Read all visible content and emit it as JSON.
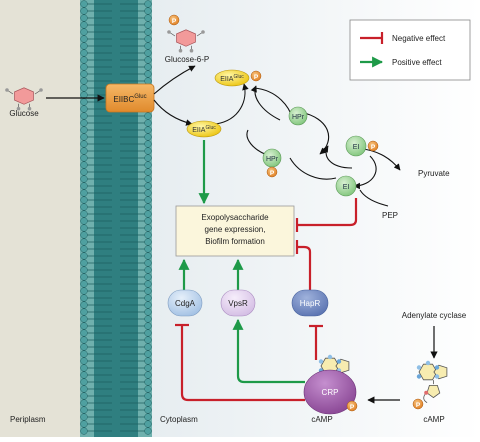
{
  "molecules": {
    "glucose": "Glucose",
    "glucose6p": "Glucose-6-P",
    "pyruvate": "Pyruvate",
    "pep": "PEP",
    "camp_inner": "cAMP",
    "camp_outer": "cAMP",
    "adenylate_cyclase": "Adenylate cyclase",
    "phosphate": "P"
  },
  "proteins": {
    "eiibc": {
      "base": "EIIBC",
      "sup": "Gluc"
    },
    "eiia_top": {
      "base": "EIIA",
      "sup": "Gluc"
    },
    "eiia_bottom": {
      "base": "EIIA",
      "sup": "Gluc"
    },
    "hpr_top": "HPr",
    "hpr_bottom": "HPr",
    "ei_top": "EI",
    "ei_bottom": "EI",
    "cdga": "CdgA",
    "vpsr": "VpsR",
    "hapr": "HapR",
    "crp": "CRP"
  },
  "target_box": [
    "Exopolysaccharide",
    "gene expression,",
    "Biofilm formation"
  ],
  "legend": {
    "negative": "Negative effect",
    "positive": "Positive effect"
  },
  "regions": {
    "periplasm": "Periplasm",
    "cytoplasm": "Cytoplasm"
  },
  "colors": {
    "negative": "#c8202a",
    "positive": "#1e9a48",
    "membrane": "#3e8f8f",
    "periplasm_bg": "#e4e2d6",
    "cytoplasm_bg": "#e8eff2",
    "eiibc": "#ef9a3f",
    "eiia": "#f3cf1c",
    "hpr_ei": "#8ccf86",
    "cdga": "#aac6e6",
    "vpsr": "#d9c4e6",
    "hapr": "#6b84be",
    "crp": "#9a56a6",
    "sugar": "#f29a9a",
    "phosphate": "#ea8f2a",
    "camp_ring": "#f7ecb0"
  }
}
